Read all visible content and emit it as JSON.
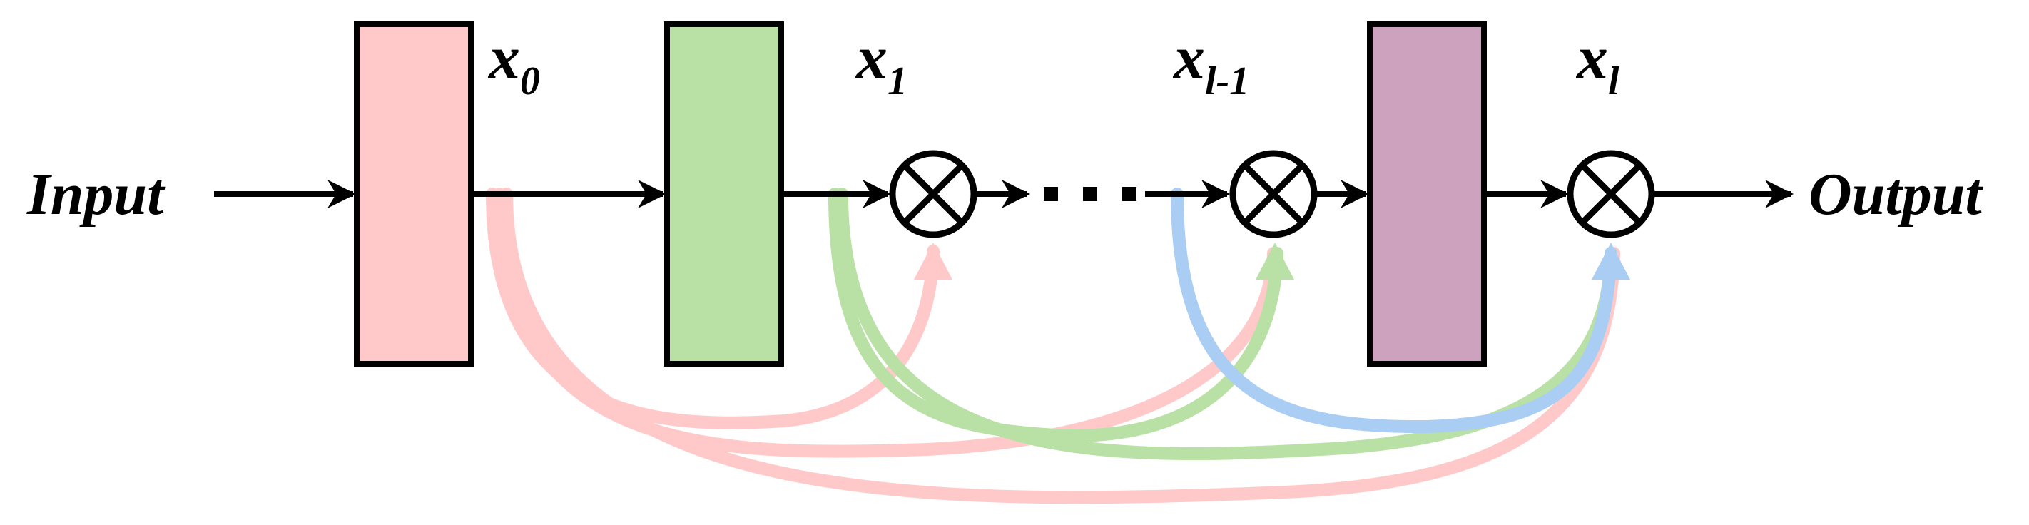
{
  "labels": {
    "input": "Input",
    "output": "Output",
    "x0_base": "x",
    "x0_sub": "0",
    "x1_base": "x",
    "x1_sub": "1",
    "xlm1_base": "x",
    "xlm1_sub": "l-1",
    "xl_base": "x",
    "xl_sub": "l"
  },
  "colors": {
    "block_1": "#ffc9c9",
    "block_2": "#b9e0a5",
    "block_3": "#cda2be",
    "skip_red": "#ffc9c9",
    "skip_green": "#b9e0a5",
    "skip_blue": "#a9cdf3"
  },
  "icons": {
    "combine_operator": "circled-times-icon",
    "ellipsis": "ellipsis-dots"
  }
}
